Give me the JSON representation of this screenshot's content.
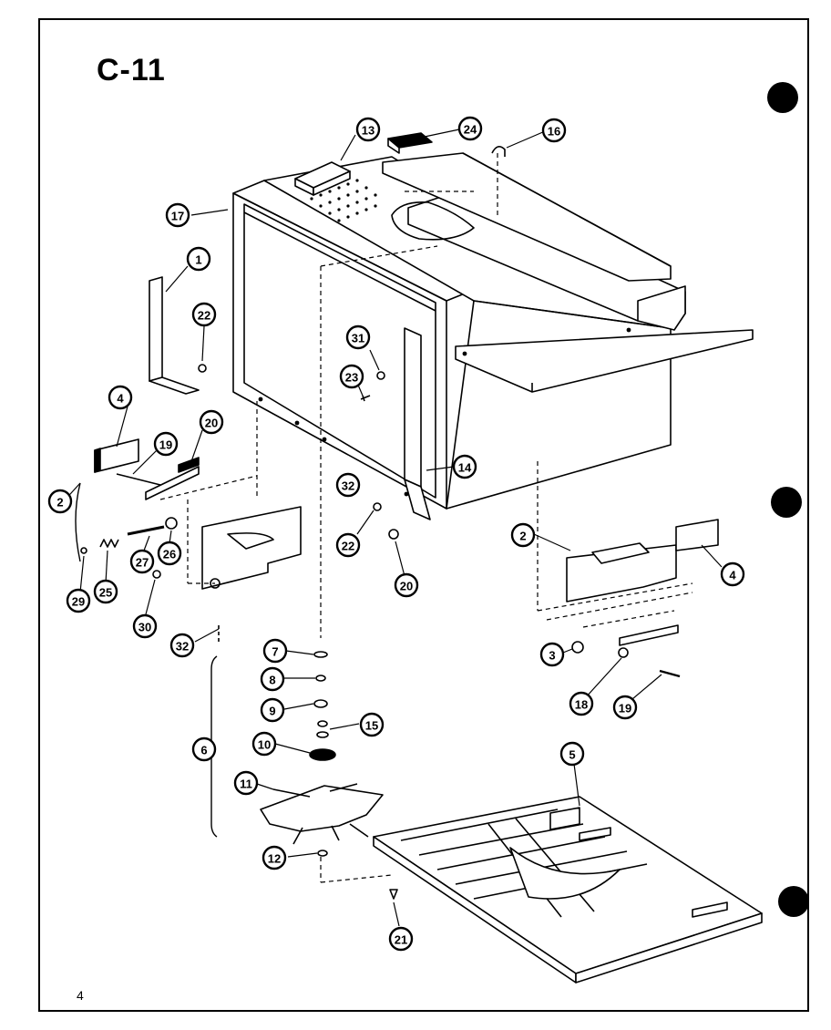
{
  "page": {
    "title": "C-11",
    "page_number": "4"
  },
  "callouts": [
    {
      "id": "c13",
      "label": "13"
    },
    {
      "id": "c24",
      "label": "24"
    },
    {
      "id": "c16a",
      "label": "16"
    },
    {
      "id": "c17",
      "label": "17"
    },
    {
      "id": "c1",
      "label": "1"
    },
    {
      "id": "c22a",
      "label": "22"
    },
    {
      "id": "c31",
      "label": "31"
    },
    {
      "id": "c23",
      "label": "23"
    },
    {
      "id": "c4a",
      "label": "4"
    },
    {
      "id": "c19a",
      "label": "19"
    },
    {
      "id": "c20a",
      "label": "20"
    },
    {
      "id": "c2a",
      "label": "2"
    },
    {
      "id": "c14",
      "label": "14"
    },
    {
      "id": "c32a",
      "label": "32"
    },
    {
      "id": "c22b",
      "label": "22"
    },
    {
      "id": "c20b",
      "label": "20"
    },
    {
      "id": "c27",
      "label": "27"
    },
    {
      "id": "c26",
      "label": "26"
    },
    {
      "id": "c29",
      "label": "29"
    },
    {
      "id": "c25",
      "label": "25"
    },
    {
      "id": "c30",
      "label": "30"
    },
    {
      "id": "c32b",
      "label": "32"
    },
    {
      "id": "c2b",
      "label": "2"
    },
    {
      "id": "c4b",
      "label": "4"
    },
    {
      "id": "c7",
      "label": "7"
    },
    {
      "id": "c8",
      "label": "8"
    },
    {
      "id": "c9",
      "label": "9"
    },
    {
      "id": "c15",
      "label": "15"
    },
    {
      "id": "c6",
      "label": "6"
    },
    {
      "id": "c10",
      "label": "10"
    },
    {
      "id": "c11",
      "label": "11"
    },
    {
      "id": "c3",
      "label": "3"
    },
    {
      "id": "c18",
      "label": "18"
    },
    {
      "id": "c19b",
      "label": "19"
    },
    {
      "id": "c5",
      "label": "5"
    },
    {
      "id": "c12",
      "label": "12"
    },
    {
      "id": "c21",
      "label": "21"
    }
  ]
}
